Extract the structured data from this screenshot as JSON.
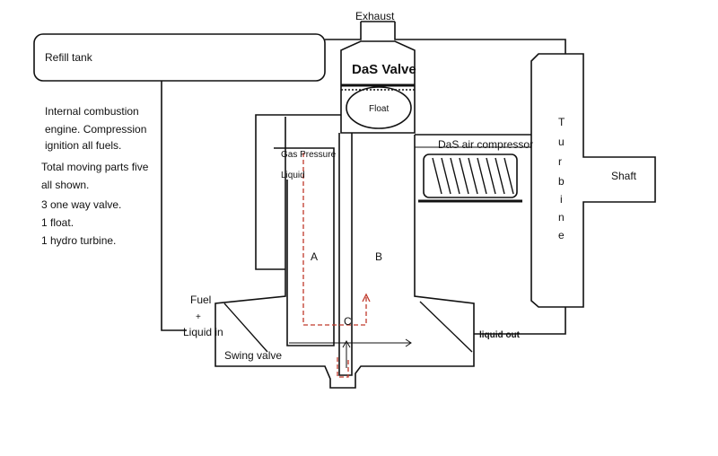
{
  "labels": {
    "exhaust": "Exhaust",
    "refill_tank": "Refill tank",
    "das_valve": "DaS Valve",
    "float": "Float",
    "compressor": "DaS air compressor",
    "turbine_letters": [
      "T",
      "u",
      "r",
      "b",
      "i",
      "n",
      "e"
    ],
    "shaft": "Shaft",
    "gas_pressure": "Gas Pressure",
    "liquid": "Liquid",
    "chamber_a": "A",
    "chamber_b": "B",
    "chamber_c": "C",
    "fuel": "Fuel",
    "plus": "+",
    "liquid_in": "Liquid in",
    "swing_valve": "Swing valve",
    "liquid_out": "liquid out"
  },
  "notes": [
    "Internal combustion",
    "engine.  Compression",
    "ignition all fuels.",
    "Total moving parts five",
    "all shown.",
    "3 one way valve.",
    "1 float.",
    "1 hydro turbine."
  ],
  "colors": {
    "line": "#111111",
    "dashed": "#c0392b"
  }
}
